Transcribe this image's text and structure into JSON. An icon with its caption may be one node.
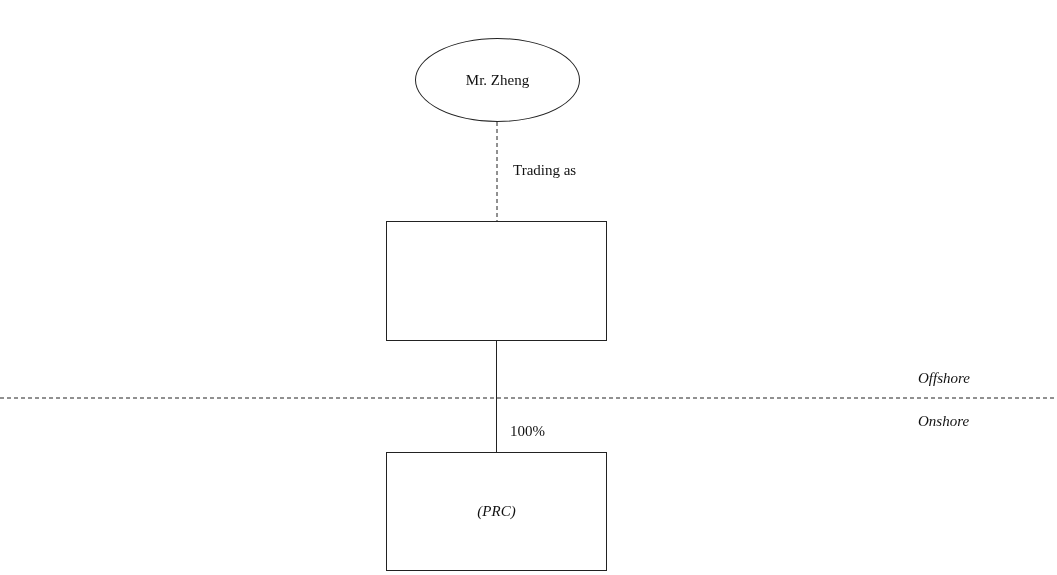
{
  "diagram": {
    "nodes": [
      {
        "text": [
          "Mr. Zheng"
        ]
      },
      {
        "text": [],
        "shape": "box"
      },
      {
        "text": [
          "(PRC)"
        ]
      }
    ],
    "edges": [
      {
        "from": 0,
        "to": 1,
        "arrow": "none",
        "label": "Trading as",
        "style": "dashed"
      },
      {
        "from": 1,
        "to": 2,
        "arrow": "none",
        "label": "100%"
      }
    ],
    "labels": [
      "Offshore",
      "Onshore"
    ]
  }
}
